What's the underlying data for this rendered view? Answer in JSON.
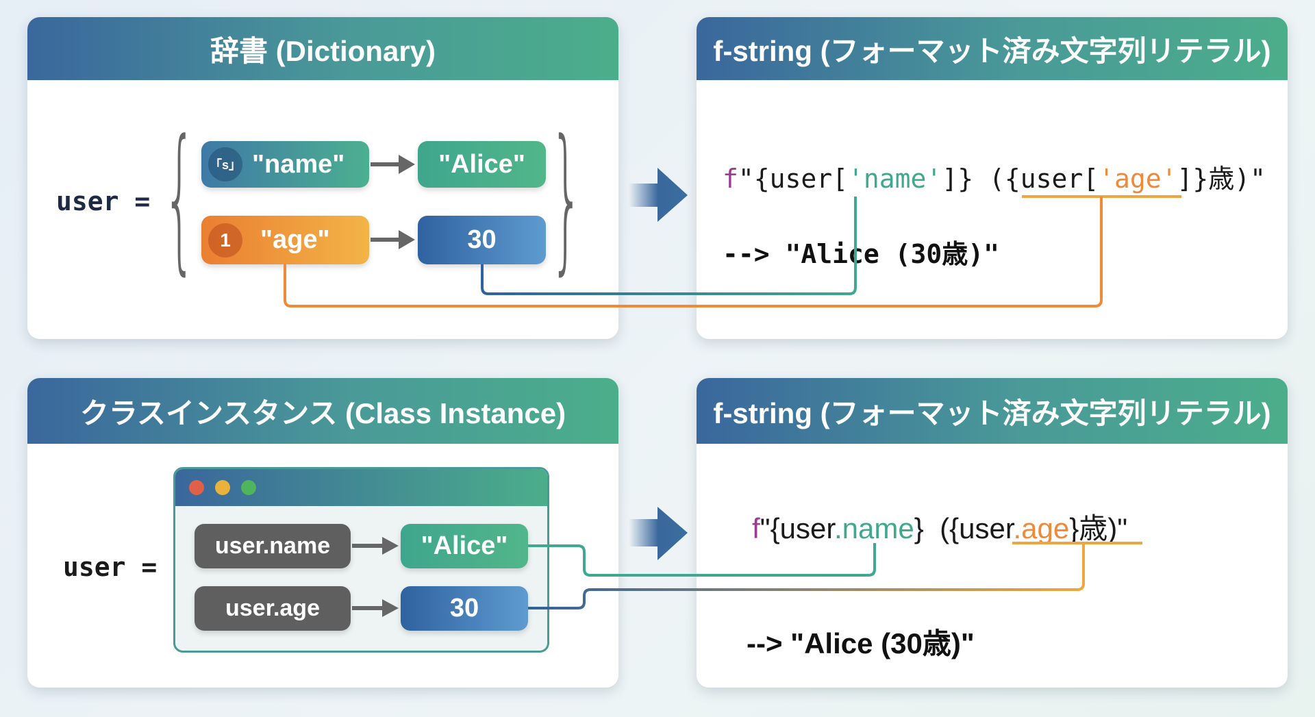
{
  "top_left": {
    "title": "辞書 (Dictionary)",
    "var": "user =",
    "open_brace": "{",
    "close_brace": "}",
    "rows": [
      {
        "badge": "「s」",
        "key": "\"name\"",
        "value": "\"Alice\""
      },
      {
        "badge": "1",
        "key": "\"age\"",
        "value": "30"
      }
    ]
  },
  "top_right": {
    "title": "f-string (フォーマット済み文字列リテラル)",
    "code": {
      "prefix": "f",
      "q1": "\"{user[",
      "k1": "'name'",
      "mid": "]} ({user[",
      "k2": "'age'",
      "end": "]}歳)\""
    },
    "result": "--> \"Alice (30歳)\""
  },
  "bottom_left": {
    "title": "クラスインスタンス (Class Instance)",
    "var": "user =",
    "rows": [
      {
        "attr": "user.name",
        "value": "\"Alice\""
      },
      {
        "attr": "user.age",
        "value": "30"
      }
    ],
    "window_dots": [
      "#e0604a",
      "#e9b23a",
      "#4fb45c"
    ]
  },
  "bottom_right": {
    "title": "f-string (フォーマット済み文字列リテラル)",
    "code": {
      "prefix": "f",
      "q1": "\"{user",
      "a1": ".name",
      "mid": "}  ({user",
      "a2": ".age",
      "end": "}歳)\""
    },
    "result": "--> \"Alice (30歳)\""
  },
  "colors": {
    "teal": "#3fa88e",
    "orange": "#ee8a3a",
    "blue": "#2f62a0",
    "magenta": "#9b3d8e"
  }
}
